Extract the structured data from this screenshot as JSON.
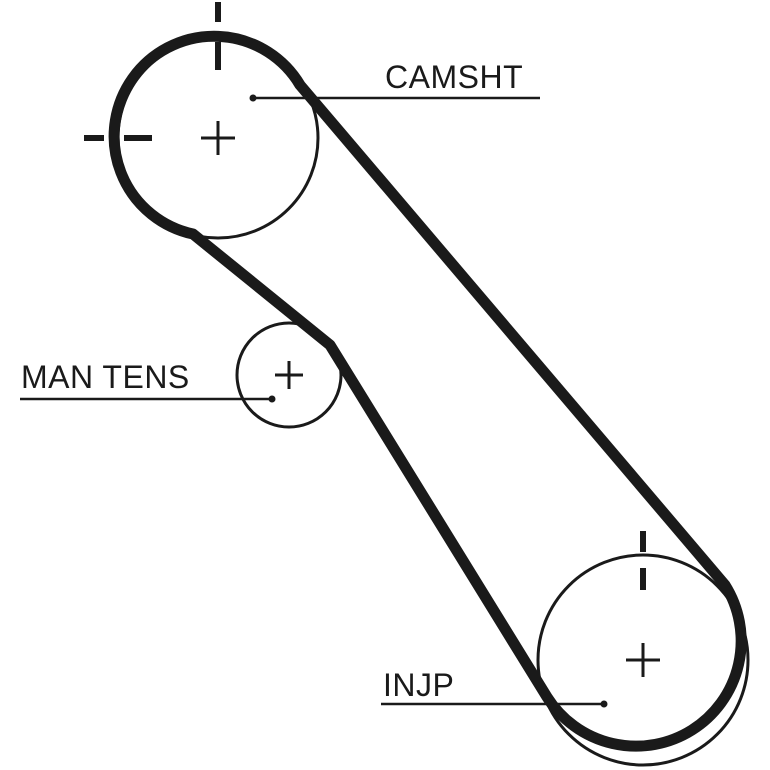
{
  "diagram": {
    "labels": {
      "camshaft": "CAMSHT",
      "tensioner": "MAN TENS",
      "injection_pump": "INJP"
    },
    "colors": {
      "ink": "#1a1a1a",
      "background": "#ffffff"
    },
    "icons": {
      "pulley_center": "plus-crosshair",
      "timing_mark": "dash-mark"
    }
  }
}
